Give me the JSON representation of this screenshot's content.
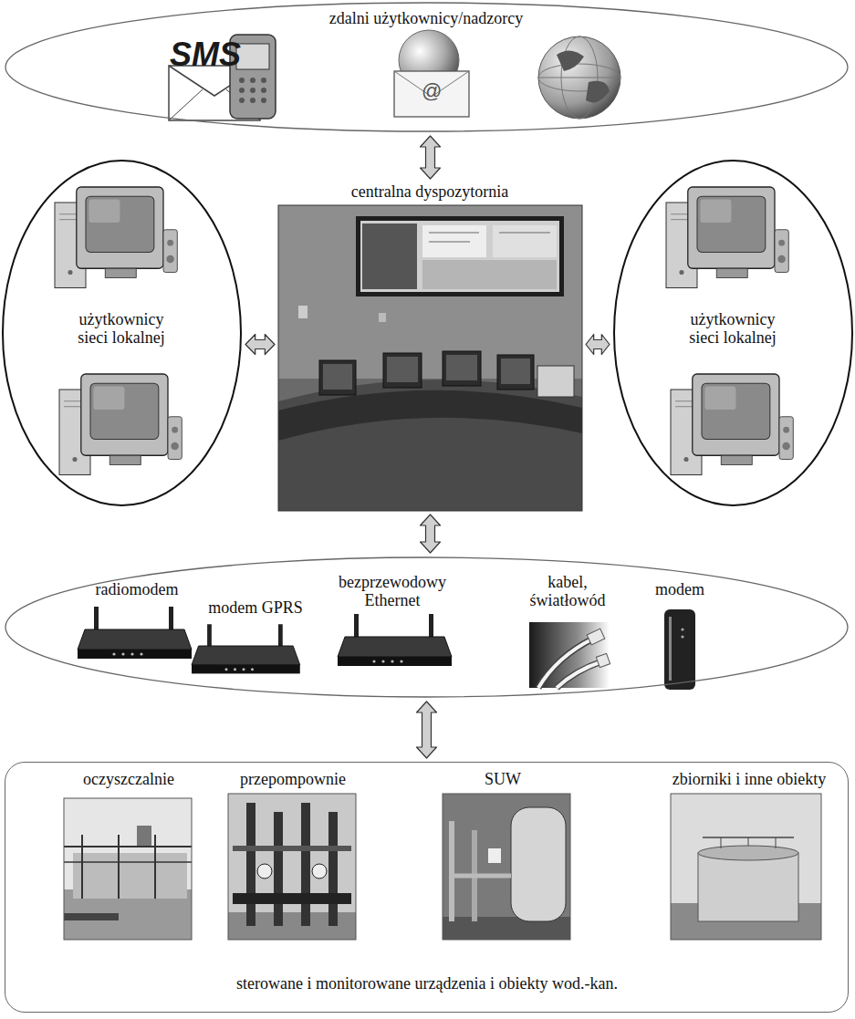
{
  "diagram": {
    "nodes": [
      {
        "text": [
          "zdalni użytkownicy/nadzorcy"
        ]
      },
      {
        "text": [
          "centralna dyspozytornia"
        ]
      },
      {
        "text": [
          "użytkownicy sieci lokalnej"
        ]
      },
      {
        "text": [
          "użytkownicy sieci lokalnej"
        ]
      },
      {
        "text": [
          "radiomodem",
          "modem GPRS",
          "bezprzewodowy Ethernet",
          "kabel, światłowód",
          "modem"
        ]
      },
      {
        "text": [
          "oczyszczalnie",
          "przepompownie",
          "SUW",
          "zbiorniki i inne obiekty",
          "sterowane i monitorowane urządzenia i obiekty wod.-kan."
        ]
      }
    ],
    "edges": [
      {
        "from": 0,
        "to": 1,
        "arrow": "both"
      },
      {
        "from": 2,
        "to": 1,
        "arrow": "both"
      },
      {
        "from": 1,
        "to": 3,
        "arrow": "both"
      },
      {
        "from": 1,
        "to": 4,
        "arrow": "both"
      },
      {
        "from": 4,
        "to": 5,
        "arrow": "both"
      }
    ],
    "labels": [
      "SMS",
      "@"
    ]
  }
}
